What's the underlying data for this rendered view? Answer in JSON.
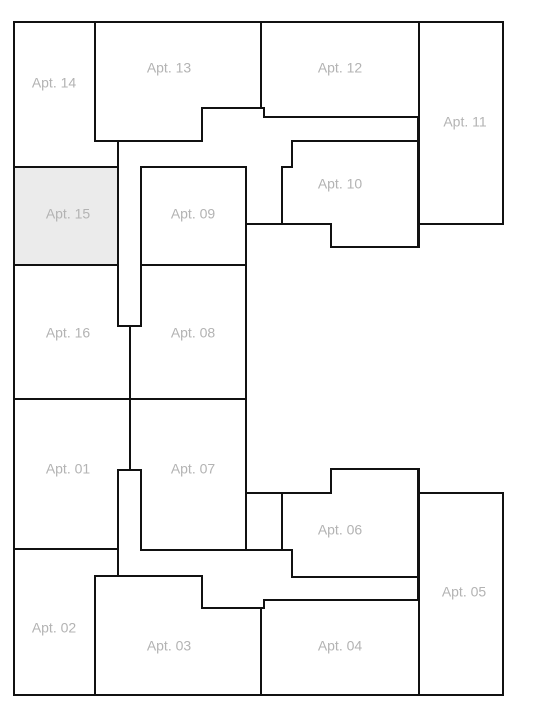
{
  "colors": {
    "unit_fill": "#ffffff",
    "unit_selected_fill": "#ebebeb",
    "wall": "#111111",
    "label": "#b3b3b3"
  },
  "apartments": [
    {
      "id": "apt-14",
      "label": "Apt. 14",
      "selected": false
    },
    {
      "id": "apt-13",
      "label": "Apt. 13",
      "selected": false
    },
    {
      "id": "apt-12",
      "label": "Apt. 12",
      "selected": false
    },
    {
      "id": "apt-11",
      "label": "Apt. 11",
      "selected": false
    },
    {
      "id": "apt-10",
      "label": "Apt. 10",
      "selected": false
    },
    {
      "id": "apt-15",
      "label": "Apt. 15",
      "selected": true
    },
    {
      "id": "apt-09",
      "label": "Apt. 09",
      "selected": false
    },
    {
      "id": "apt-16",
      "label": "Apt. 16",
      "selected": false
    },
    {
      "id": "apt-08",
      "label": "Apt. 08",
      "selected": false
    },
    {
      "id": "apt-01",
      "label": "Apt. 01",
      "selected": false
    },
    {
      "id": "apt-07",
      "label": "Apt. 07",
      "selected": false
    },
    {
      "id": "apt-06",
      "label": "Apt. 06",
      "selected": false
    },
    {
      "id": "apt-05",
      "label": "Apt. 05",
      "selected": false
    },
    {
      "id": "apt-02",
      "label": "Apt. 02",
      "selected": false
    },
    {
      "id": "apt-03",
      "label": "Apt. 03",
      "selected": false
    },
    {
      "id": "apt-04",
      "label": "Apt. 04",
      "selected": false
    }
  ]
}
